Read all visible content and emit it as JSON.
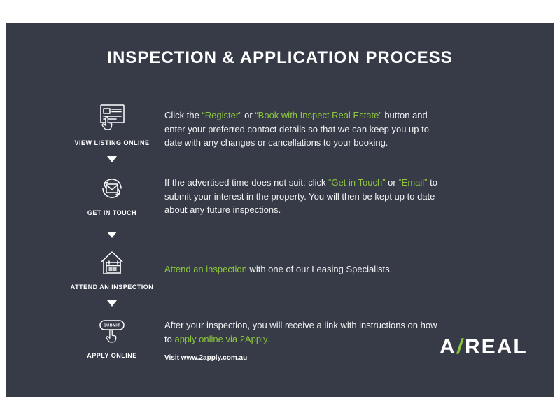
{
  "title": "INSPECTION & APPLICATION PROCESS",
  "colors": {
    "card_bg": "#363b47",
    "accent": "#8dc63f",
    "text": "#f2f3f4"
  },
  "steps": [
    {
      "label": "VIEW LISTING ONLINE",
      "icon": "view-listing-icon",
      "segments": [
        {
          "t": "Click the ",
          "hl": false
        },
        {
          "t": "“Register”",
          "hl": true
        },
        {
          "t": " or ",
          "hl": false
        },
        {
          "t": "“Book with Inspect Real Estate”",
          "hl": true
        },
        {
          "t": " button and enter your preferred contact details so that we can keep you up to date with any changes or cancellations to your booking.",
          "hl": false
        }
      ]
    },
    {
      "label": "GET IN TOUCH",
      "icon": "get-in-touch-icon",
      "segments": [
        {
          "t": "If the advertised time does not suit: click ",
          "hl": false
        },
        {
          "t": "“Get in Touch”",
          "hl": true
        },
        {
          "t": " or ",
          "hl": false
        },
        {
          "t": "“Email”",
          "hl": true
        },
        {
          "t": " to submit your interest in the property. You will then be kept up to date about any future inspections.",
          "hl": false
        }
      ]
    },
    {
      "label": "ATTEND AN INSPECTION",
      "icon": "attend-inspection-icon",
      "segments": [
        {
          "t": "Attend an inspection",
          "hl": true
        },
        {
          "t": " with one of our Leasing Specialists.",
          "hl": false
        }
      ]
    },
    {
      "label": "APPLY ONLINE",
      "icon": "apply-online-icon",
      "icon_text": "SUBMIT",
      "segments": [
        {
          "t": "After your inspection, you will receive a link with instructions on how to ",
          "hl": false
        },
        {
          "t": "apply online via 2Apply.",
          "hl": true
        }
      ],
      "note": "Visit www.2apply.com.au"
    }
  ],
  "logo": {
    "left": "A",
    "slash": "/",
    "right": "REAL"
  }
}
